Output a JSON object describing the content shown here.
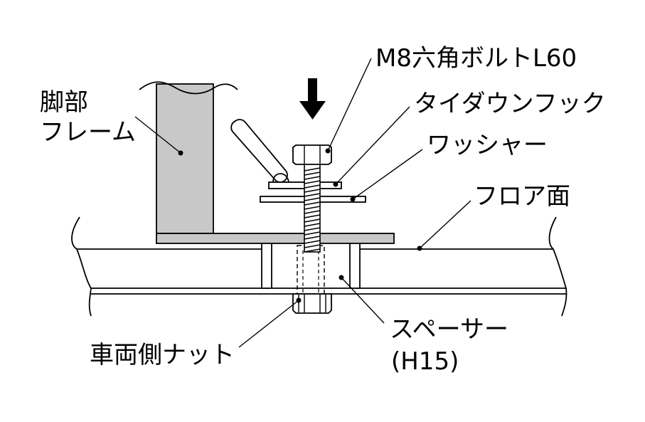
{
  "diagram": {
    "labels": {
      "bolt": "M8六角ボルトL60",
      "tiedown_hook": "タイダウンフック",
      "washer": "ワッシャー",
      "leg_frame_line1": "脚部",
      "leg_frame_line2": "フレーム",
      "floor": "フロア面",
      "spacer_line1": "スペーサー",
      "spacer_line2": "(H15)",
      "vehicle_nut": "車両側ナット"
    },
    "colors": {
      "frame_fill": "#c8c8c8",
      "stroke": "#000000",
      "background": "#ffffff"
    },
    "icons": {
      "direction_arrow": "down-arrow-icon"
    }
  }
}
